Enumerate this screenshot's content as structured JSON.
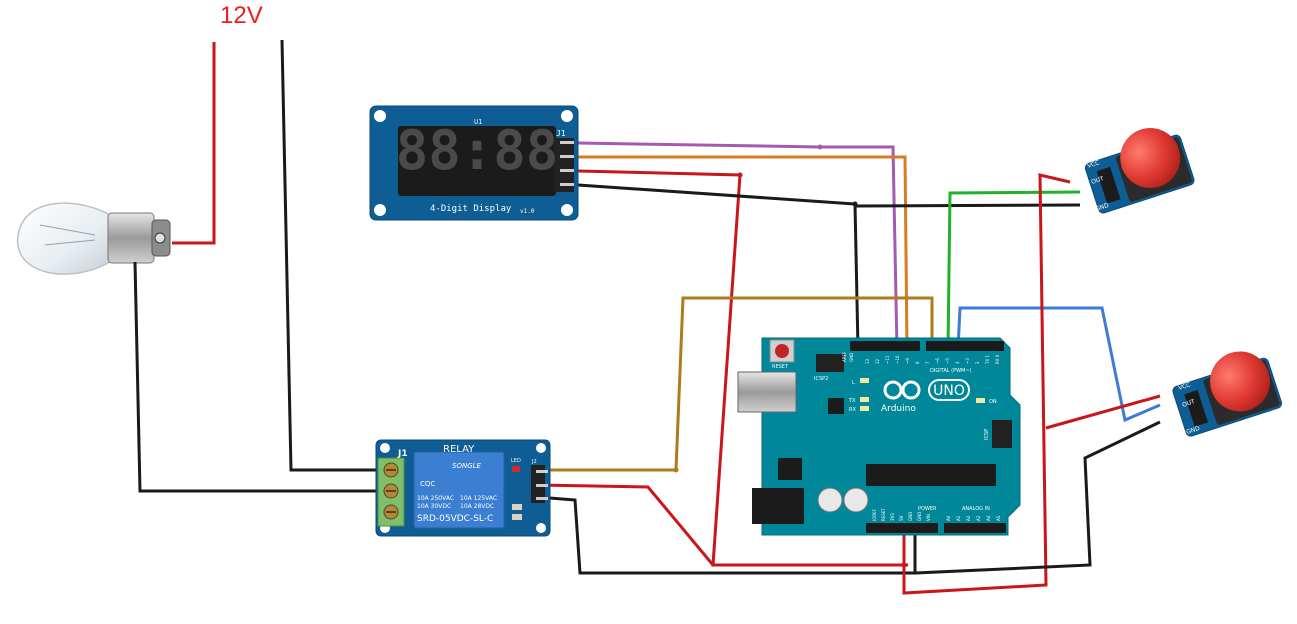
{
  "supply_label": "12V",
  "display": {
    "title": "4-Digit Display",
    "version": "v1.0",
    "header": "J1",
    "top_mark": "U1",
    "digits": "88:88"
  },
  "relay": {
    "title": "RELAY",
    "header": "J1",
    "brand": "SONGLE",
    "cert": "CQC",
    "rating_left_1": "10A 250VAC",
    "rating_left_2": "10A 30VDC",
    "rating_right_1": "10A 125VAC",
    "rating_right_2": "10A 28VDC",
    "model": "SRD-05VDC-SL-C",
    "jp": "J2",
    "led_label": "LED"
  },
  "arduino": {
    "logo_text": "UNO",
    "brand": "Arduino",
    "reset_label": "RESET",
    "icsp2_label": "ICSP2",
    "icsp_label": "ICSP",
    "digital_label": "DIGITAL (PWM~)",
    "power_label": "POWER",
    "analog_label": "ANALOG IN",
    "on_label": "ON",
    "l_label": "L",
    "tx_label": "TX",
    "rx_label": "RX",
    "aref": "AREF",
    "gnd": "GND",
    "pins_digital": [
      "13",
      "12",
      "~11",
      "~10",
      "~9",
      "8",
      "7",
      "~6",
      "~5",
      "4",
      "~3",
      "2",
      "TX 1",
      "RX 0"
    ],
    "pins_power": [
      "IOREF",
      "RESET",
      "3V3",
      "5V",
      "GND",
      "GND",
      "VIN"
    ],
    "pins_analog": [
      "A0",
      "A1",
      "A2",
      "A3",
      "A4",
      "A5"
    ]
  },
  "button1": {
    "vcc": "VCC",
    "out": "OUT",
    "gnd": "GND"
  },
  "button2": {
    "vcc": "VCC",
    "out": "OUT",
    "gnd": "GND"
  },
  "colors": {
    "wire_red": "#c8161b",
    "wire_black": "#1a1a1a",
    "wire_purple": "#a25bb0",
    "wire_orange": "#d97b1f",
    "wire_green": "#23b02b",
    "wire_blue": "#3d7bd6",
    "wire_brown": "#b07a1e",
    "board_blue": "#0e5d94",
    "arduino_teal": "#00879a",
    "button_red": "#e03b33"
  }
}
